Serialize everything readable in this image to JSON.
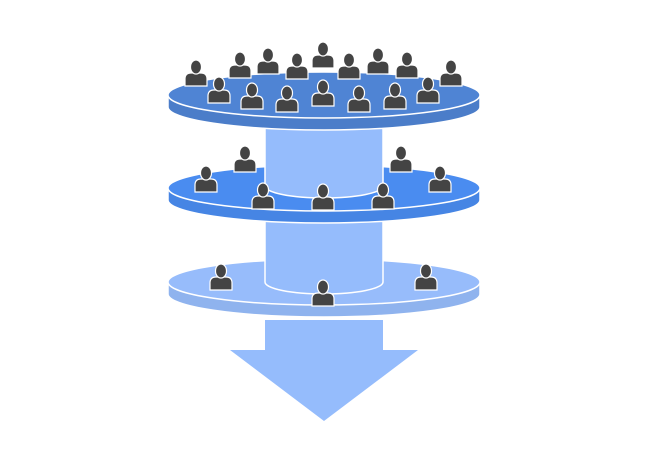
{
  "diagram": {
    "type": "funnel-tiers",
    "tiers": [
      {
        "name": "top",
        "people_count": 16,
        "color": "#4f84d4"
      },
      {
        "name": "middle",
        "people_count": 7,
        "color": "#4a8cf0"
      },
      {
        "name": "bottom",
        "people_count": 3,
        "color": "#97bcfb"
      }
    ],
    "column_color": "#95bcfc",
    "arrow_color": "#95bcfc",
    "person_color": "#444444"
  }
}
